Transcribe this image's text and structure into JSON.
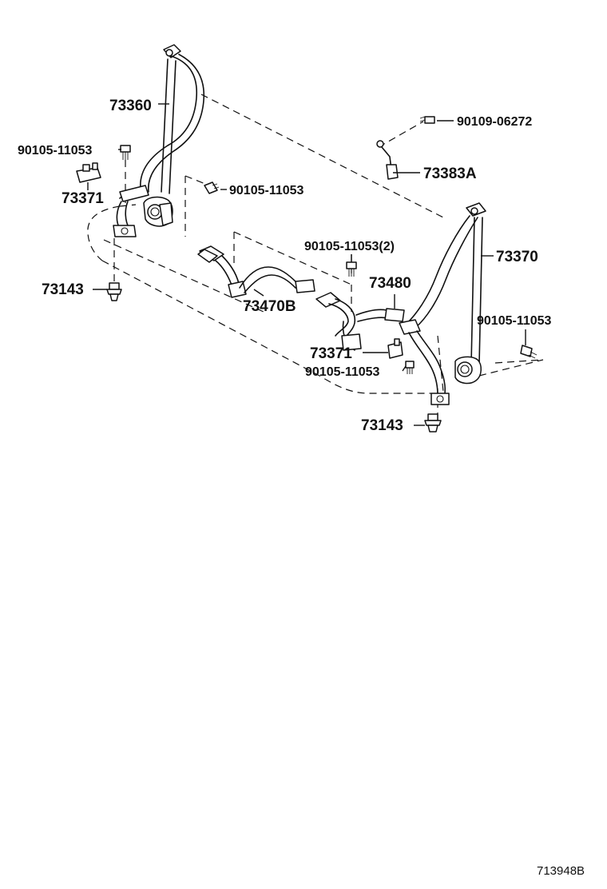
{
  "diagram": {
    "part_labels": {
      "p73360": "73360",
      "p90105_topleft": "90105-11053",
      "p73371_left": "73371",
      "p90105_middle": "90105-11053",
      "p90109": "90109-06272",
      "p73383a": "73383A",
      "p90105_qty2": "90105-11053(2)",
      "p73370": "73370",
      "p73480": "73480",
      "p73143_left": "73143",
      "p73470b": "73470B",
      "p90105_right": "90105-11053",
      "p73371_center": "73371",
      "p90105_center": "90105-11053",
      "p73143_bottom": "73143"
    },
    "reference_code": "713948B"
  }
}
